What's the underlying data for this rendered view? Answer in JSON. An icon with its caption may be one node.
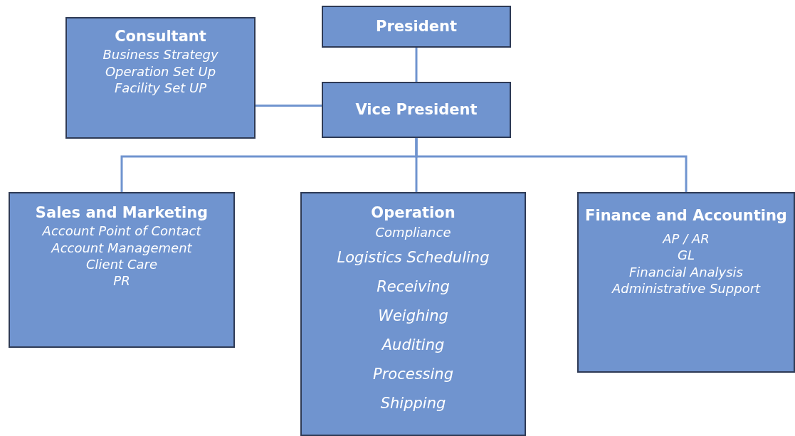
{
  "diagram": {
    "nodes": [
      {
        "text": [
          "President"
        ]
      },
      {
        "text": [
          "Consultant",
          "Business Strategy",
          "Operation Set Up",
          "Facility Set UP"
        ]
      },
      {
        "text": [
          "Vice President"
        ]
      },
      {
        "text": [
          "Sales and Marketing",
          "Account Point of Contact",
          "Account Management",
          "Client Care",
          "PR"
        ]
      },
      {
        "text": [
          "Operation",
          "Compliance",
          "Logistics Scheduling",
          "Receiving",
          "Weighing",
          "Auditing",
          "Processing",
          "Shipping"
        ]
      },
      {
        "text": [
          "Finance and Accounting",
          "AP / AR",
          "GL",
          "Financial Analysis",
          "Administrative Support"
        ]
      }
    ],
    "edges": [
      {
        "from": 0,
        "to": 2,
        "arrow": "none"
      },
      {
        "from": 1,
        "to": 2,
        "arrow": "none"
      },
      {
        "from": 2,
        "to": 3,
        "arrow": "none"
      },
      {
        "from": 2,
        "to": 4,
        "arrow": "none"
      },
      {
        "from": 2,
        "to": 5,
        "arrow": "none"
      }
    ]
  }
}
